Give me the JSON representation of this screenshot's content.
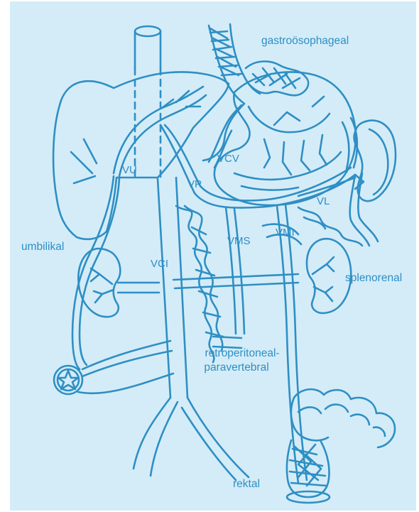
{
  "colors": {
    "background": "#d4ecf8",
    "line": "#2e8fc4",
    "page": "#ffffff"
  },
  "icons": {
    "umbilicus": "star-icon"
  },
  "labels": {
    "gastro": "gastroösophageal",
    "umbilikal": "umbilikal",
    "splenorenal": "splenorenal",
    "retro_line1": "retroperitoneal-",
    "retro_line2": "paravertebral",
    "rektal": "rektal",
    "vu": "VU",
    "vcv": "VCV",
    "vp": "VP",
    "vl": "VL",
    "vms": "VMS",
    "vmi": "VMI",
    "vci": "VCI"
  }
}
